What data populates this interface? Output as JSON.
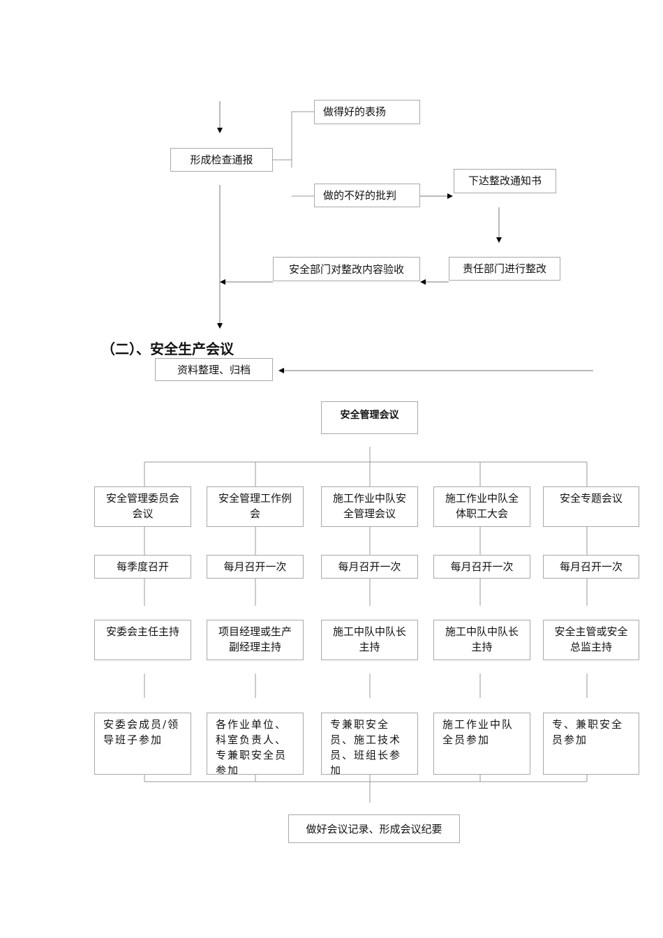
{
  "flow1": {
    "praise": "做得好的表扬",
    "report": "形成检查通报",
    "criticize": "做的不好的批判",
    "notice": "下达整改通知书",
    "accept": "安全部门对整改内容验收",
    "rectify": "责任部门进行整改",
    "archive": "资料整理、归档"
  },
  "heading": "（二）、安全生产会议",
  "flow2": {
    "root": "安全管理会议",
    "columns": [
      {
        "name": "安全管理委员会会议",
        "freq": "每季度召开",
        "host": "安委会主任主持",
        "attend": "安委会成员/领导班子参加"
      },
      {
        "name": "安全管理工作例会",
        "freq": "每月召开一次",
        "host": "项目经理或生产副经理主持",
        "attend": "各作业单位、科室负责人、专兼职安全员参加"
      },
      {
        "name": "施工作业中队安全管理会议",
        "freq": "每月召开一次",
        "host": "施工中队中队长主持",
        "attend": "专兼职安全员、施工技术员、班组长参加"
      },
      {
        "name": "施工作业中队全体职工大会",
        "freq": "每月召开一次",
        "host": "施工中队中队长主持",
        "attend": "施工作业中队全员参加"
      },
      {
        "name": "安全专题会议",
        "freq": "每月召开一次",
        "host": "安全主管或安全总监主持",
        "attend": "专、兼职安全员参加"
      }
    ],
    "final": "做好会议记录、形成会议纪要"
  }
}
